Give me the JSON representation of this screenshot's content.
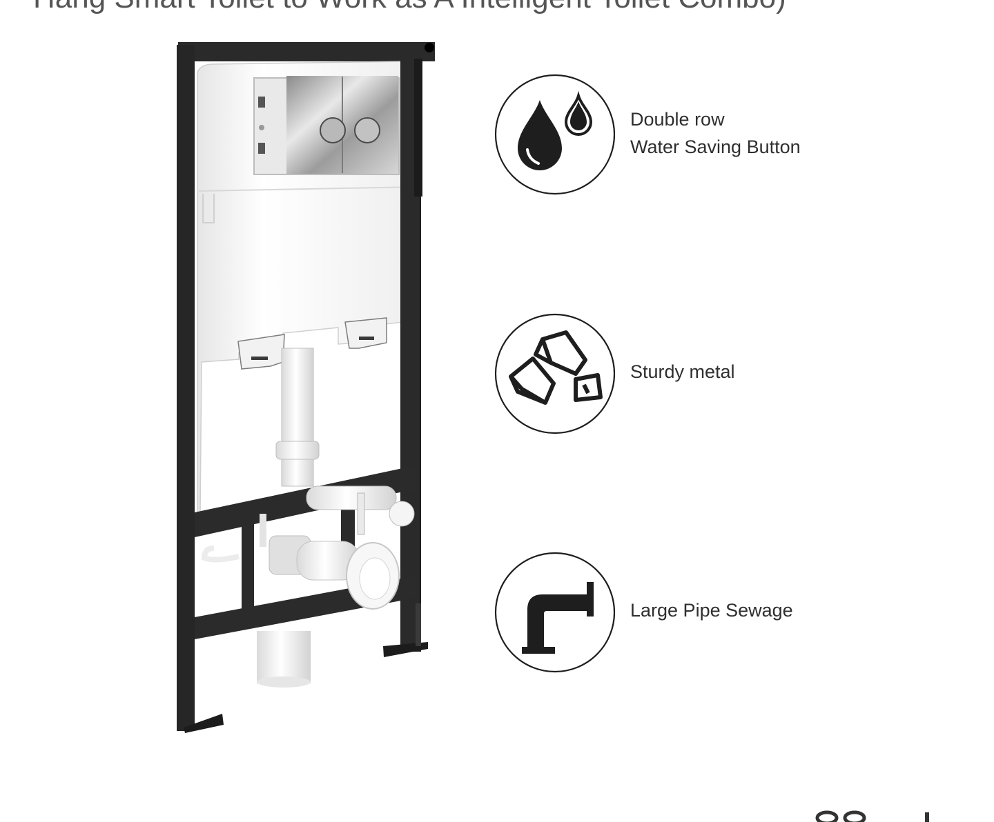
{
  "header": {
    "title": "Hang Smart Toilet to Work as A Intelligent Toilet Combo)"
  },
  "features": [
    {
      "icon": "water-drops-icon",
      "lines": [
        "Double row",
        "Water Saving Button"
      ]
    },
    {
      "icon": "metal-bars-icon",
      "lines": [
        "Sturdy metal"
      ]
    },
    {
      "icon": "elbow-pipe-icon",
      "lines": [
        "Large Pipe Sewage"
      ]
    }
  ],
  "colors": {
    "frame": "#262626",
    "tank": "#f3f3f3",
    "icon_stroke": "#1e1e1e"
  }
}
